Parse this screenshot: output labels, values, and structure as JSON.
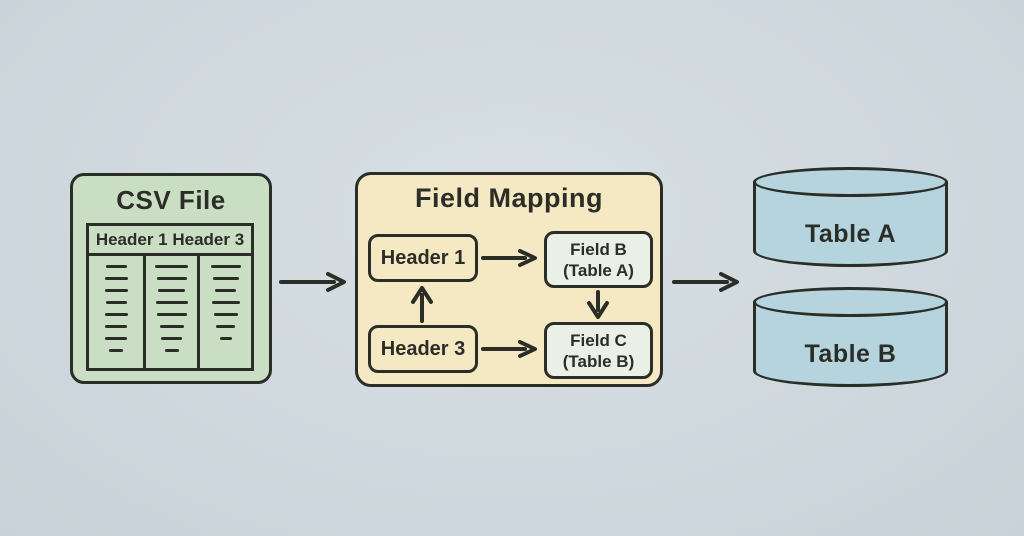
{
  "colors": {
    "bg": "#cfd9df",
    "ink": "#2b2d27",
    "csv-fill": "#cadec3",
    "mapping-fill": "#f5e9c4",
    "target-fill": "#eaf0e6",
    "db-fill": "#b6d4de"
  },
  "csv_file": {
    "title": "CSV File",
    "header_row": "Header 1 Header 3",
    "placeholder_columns": [
      8,
      8,
      7
    ]
  },
  "field_mapping": {
    "title": "Field Mapping",
    "sources": [
      {
        "label": "Header 1"
      },
      {
        "label": "Header 3"
      }
    ],
    "targets": [
      {
        "label": "Field B",
        "sublabel": "(Table A)"
      },
      {
        "label": "Field C",
        "sublabel": "(Table B)"
      }
    ]
  },
  "databases": [
    {
      "label": "Table A"
    },
    {
      "label": "Table B"
    }
  ]
}
